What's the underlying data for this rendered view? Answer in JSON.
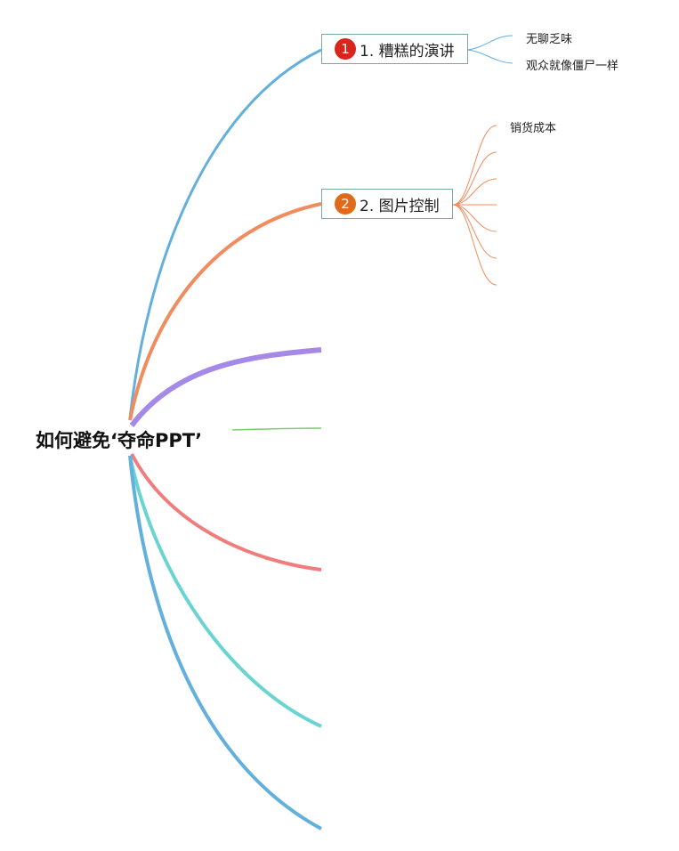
{
  "mindmap": {
    "root": "如何避免‘夺命PPT’",
    "branches": [
      {
        "number": "1",
        "label": "1. 糟糕的演讲",
        "color": "#64b0dc",
        "badge_color": "#d9261c",
        "children": [
          "无聊乏味",
          "观众就像僵尸一样"
        ]
      },
      {
        "number": "2",
        "label": "2. 图片控制",
        "color": "#f08c5e",
        "badge_color": "#e06a1c",
        "children": [
          "销货成本"
        ]
      }
    ],
    "other_branch_colors": [
      "#a48ae6",
      "#7ccc70",
      "#f07c7c",
      "#6ad4d2",
      "#64b0dc"
    ]
  }
}
